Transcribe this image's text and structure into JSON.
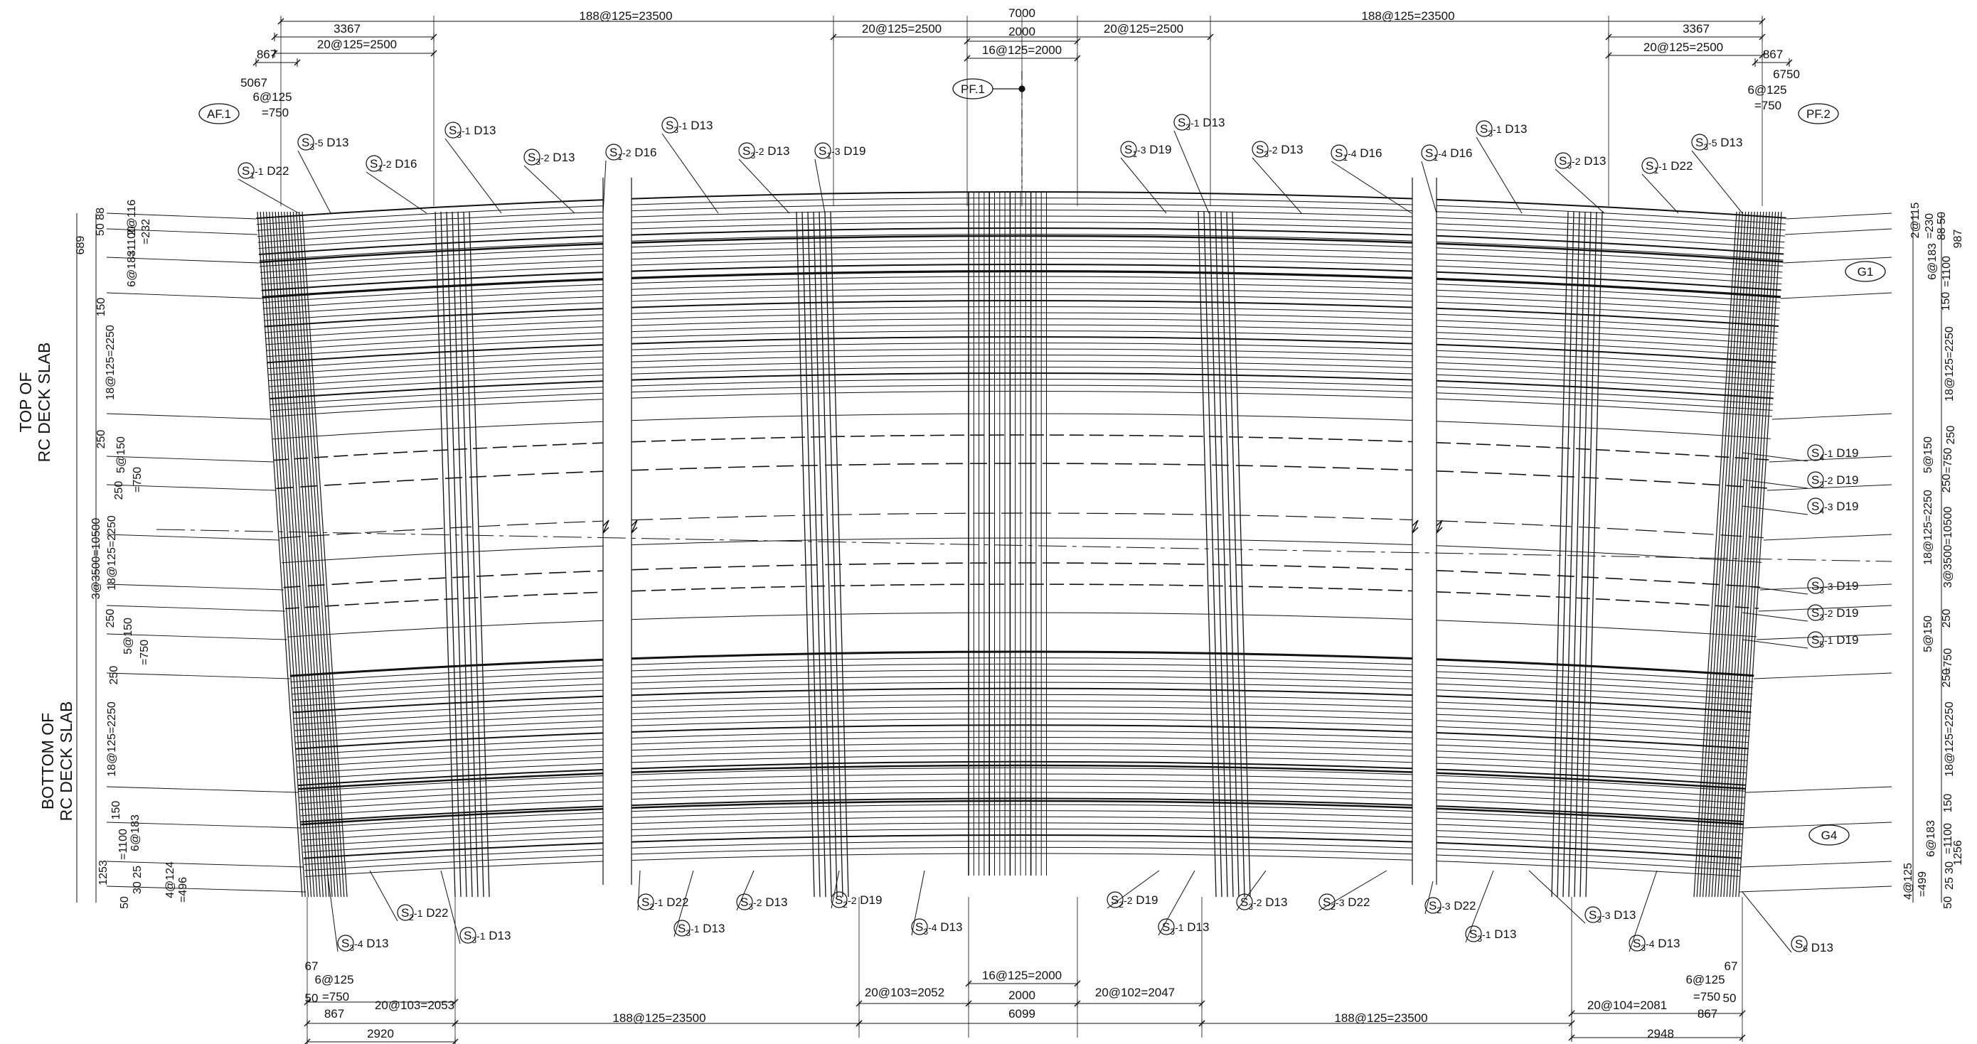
{
  "side_titles": {
    "top": [
      "TOP OF",
      "RC DECK SLAB"
    ],
    "bottom": [
      "BOTTOM OF",
      "RC DECK SLAB"
    ]
  },
  "dims_top": {
    "overall": "7000",
    "left_run": "188@125=23500",
    "right_run": "188@125=23500",
    "left_end": "3367",
    "right_end": "3367",
    "left_sub": "20@125=2500",
    "right_sub": "20@125=2500",
    "left_867": "867",
    "right_867": "867",
    "left_5067": "5067",
    "right_6750": "6750",
    "left_6at125": [
      "6@125",
      "=750"
    ],
    "right_6at125": [
      "6@125",
      "=750"
    ],
    "center_left": "20@125=2500",
    "center_right": "20@125=2500",
    "center_2000": "2000",
    "center_16at125": "16@125=2000"
  },
  "dims_bottom": {
    "center_16at125": "16@125=2000",
    "center_2000": "2000",
    "center_left": "20@103=2052",
    "center_right": "20@102=2047",
    "center_total": "6099",
    "left_run": "188@125=23500",
    "right_run": "188@125=23500",
    "left_sub": "20@103=2053",
    "right_sub": "20@104=2081",
    "left_867": "867",
    "right_867": "867",
    "left_total": "2920",
    "right_total": "2948",
    "left_67": "67",
    "right_67": "67",
    "left_6at125": [
      "6@125",
      "=750"
    ],
    "right_6at125": [
      "6@125",
      "=750"
    ],
    "left_50": "50",
    "right_50": "50"
  },
  "dims_left": [
    "2@116",
    "=232",
    "50 88",
    "=1100",
    "6@183",
    "689",
    "150",
    "18@125=2250",
    "250",
    "5@150",
    "=750",
    "250",
    "3@3500=10500",
    "18@125=2250",
    "250",
    "5@150",
    "=750",
    "250",
    "18@125=2250",
    "150",
    "6@183",
    "=1100",
    "1253",
    "30 25",
    "50",
    "4@124",
    "=496"
  ],
  "dims_right": [
    "2@115",
    "=230",
    "88 50",
    "987",
    "6@183",
    "=1100",
    "150",
    "18@125=2250",
    "250",
    "5@150",
    "=750",
    "250",
    "18@125=2250",
    "3@3500=10500",
    "250",
    "5@150",
    "=750",
    "250",
    "18@125=2250",
    "150",
    "6@183",
    "=1100",
    "25 30",
    "1256",
    "4@125",
    "=499",
    "50"
  ],
  "tags": {
    "af1": "AF.1",
    "pf1": "PF.1",
    "pf2": "PF.2",
    "g1": "G1",
    "g4": "G4"
  },
  "bar_marks_top": [
    {
      "s": "S",
      "n": "1",
      "k": "-1",
      "d": "D22"
    },
    {
      "s": "S",
      "n": "3",
      "k": "-5",
      "d": "D13"
    },
    {
      "s": "S",
      "n": "1",
      "k": "-2",
      "d": "D16"
    },
    {
      "s": "S",
      "n": "3",
      "k": "-1",
      "d": "D13"
    },
    {
      "s": "S",
      "n": "3",
      "k": "-2",
      "d": "D13"
    },
    {
      "s": "S",
      "n": "1",
      "k": "-2",
      "d": "D16"
    },
    {
      "s": "S",
      "n": "3",
      "k": "-1",
      "d": "D13"
    },
    {
      "s": "S",
      "n": "3",
      "k": "-2",
      "d": "D13"
    },
    {
      "s": "S",
      "n": "1",
      "k": "-3",
      "d": "D19"
    },
    {
      "s": "S",
      "n": "3",
      "k": "-1",
      "d": "D13"
    },
    {
      "s": "S",
      "n": "1",
      "k": "-3",
      "d": "D19"
    },
    {
      "s": "S",
      "n": "3",
      "k": "-2",
      "d": "D13"
    },
    {
      "s": "S",
      "n": "1",
      "k": "-4",
      "d": "D16"
    },
    {
      "s": "S",
      "n": "1",
      "k": "-4",
      "d": "D16"
    },
    {
      "s": "S",
      "n": "3",
      "k": "-1",
      "d": "D13"
    },
    {
      "s": "S",
      "n": "3",
      "k": "-2",
      "d": "D13"
    },
    {
      "s": "S",
      "n": "1",
      "k": "-1",
      "d": "D22"
    },
    {
      "s": "S",
      "n": "3",
      "k": "-5",
      "d": "D13"
    }
  ],
  "bar_marks_right": [
    {
      "s": "S",
      "n": "4",
      "k": "-1",
      "d": "D19"
    },
    {
      "s": "S",
      "n": "3",
      "k": "-2",
      "d": "D19"
    },
    {
      "s": "S",
      "n": "4",
      "k": "-3",
      "d": "D19"
    },
    {
      "s": "S",
      "n": "3",
      "k": "-3",
      "d": "D19"
    },
    {
      "s": "S",
      "n": "3",
      "k": "-2",
      "d": "D19"
    },
    {
      "s": "S",
      "n": "5",
      "k": "-1",
      "d": "D19"
    }
  ],
  "bar_marks_bottom": [
    {
      "s": "S",
      "n": "3",
      "k": "-4",
      "d": "D13"
    },
    {
      "s": "S",
      "n": "2",
      "k": "-1",
      "d": "D22"
    },
    {
      "s": "S",
      "n": "3",
      "k": "-1",
      "d": "D13"
    },
    {
      "s": "S",
      "n": "2",
      "k": "-1",
      "d": "D22"
    },
    {
      "s": "S",
      "n": "3",
      "k": "-1",
      "d": "D13"
    },
    {
      "s": "S",
      "n": "3",
      "k": "-2",
      "d": "D13"
    },
    {
      "s": "S",
      "n": "2",
      "k": "-2",
      "d": "D19"
    },
    {
      "s": "S",
      "n": "3",
      "k": "-4",
      "d": "D13"
    },
    {
      "s": "S",
      "n": "2",
      "k": "-2",
      "d": "D19"
    },
    {
      "s": "S",
      "n": "3",
      "k": "-1",
      "d": "D13"
    },
    {
      "s": "S",
      "n": "3",
      "k": "-2",
      "d": "D13"
    },
    {
      "s": "S",
      "n": "2",
      "k": "-3",
      "d": "D22"
    },
    {
      "s": "S",
      "n": "2",
      "k": "-3",
      "d": "D22"
    },
    {
      "s": "S",
      "n": "3",
      "k": "-1",
      "d": "D13"
    },
    {
      "s": "S",
      "n": "3",
      "k": "-3",
      "d": "D13"
    },
    {
      "s": "S",
      "n": "3",
      "k": "-4",
      "d": "D13"
    },
    {
      "s": "S",
      "n": "6",
      "k": "",
      "d": "D13"
    }
  ]
}
